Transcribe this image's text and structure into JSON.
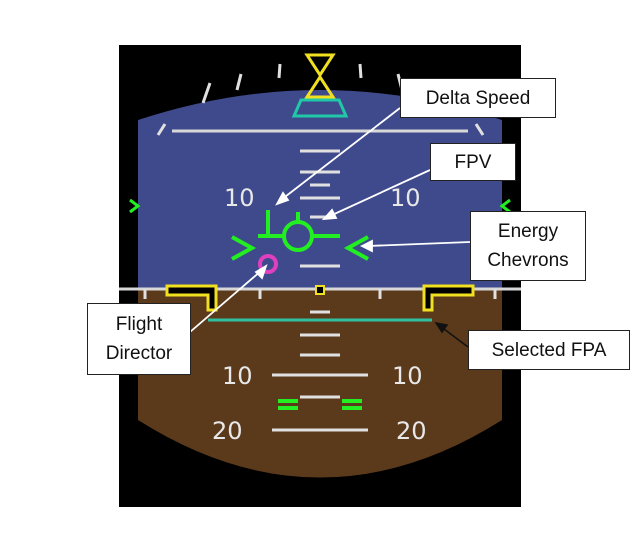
{
  "display": {
    "pitch_labels": {
      "plus_10_left": "10",
      "plus_10_right": "10",
      "minus_10_left": "10",
      "minus_10_right": "10",
      "minus_20_left": "20",
      "minus_20_right": "20"
    },
    "colors": {
      "sky": "#3f4a8c",
      "ground": "#5b3a1c",
      "horizon": "#d8d8d8",
      "symbol_green": "#22ee22",
      "flight_director": "#e040c0",
      "bank_pointer": "#f0e020",
      "bank_index": "#20c8a8",
      "aircraft_reference": "#f0e020",
      "selected_fpa": "#30c0a0",
      "scale_white": "#e0e0e0",
      "frame": "#000000"
    }
  },
  "callouts": {
    "delta_speed": "Delta Speed",
    "fpv": "FPV",
    "energy_chevrons_line1": "Energy",
    "energy_chevrons_line2": "Chevrons",
    "flight_director_line1": "Flight",
    "flight_director_line2": "Director",
    "selected_fpa": "Selected FPA"
  }
}
